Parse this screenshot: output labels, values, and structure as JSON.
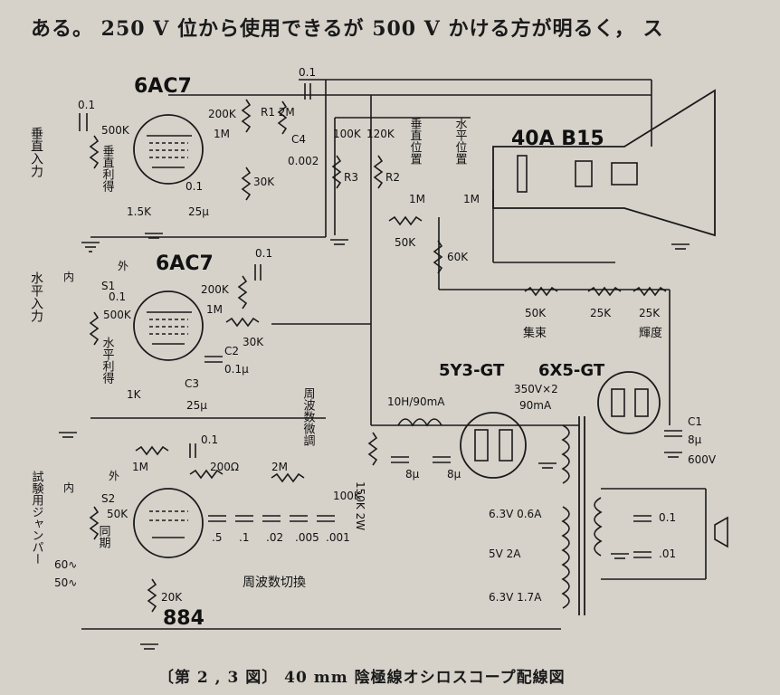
{
  "header_text": "ある。 250 V 位から使用できるが 500 V かける方が明るく， ス",
  "caption": "〔第 2 , 3 図〕 40 mm 陰極線オシロスコープ配線図",
  "tubes": {
    "v1": "6AC7",
    "v2": "6AC7",
    "v3": "884",
    "crt": "40A B15",
    "rect1": "5Y3-GT",
    "rect2": "6X5-GT"
  },
  "labels": {
    "vert_input": "垂直入力",
    "vert_gain": "垂直利得",
    "horiz_input": "水平入力",
    "horiz_gain": "水平利得",
    "test_jumper": "試験用ジャンパー",
    "sync": "同期",
    "freq_fine": "周波数微調",
    "freq_switch": "周波数切換",
    "vert_pos": "垂直位置",
    "horiz_pos": "水平位置",
    "focus": "集束",
    "brightness": "輝度",
    "inner1": "内",
    "outer1": "外",
    "inner2": "内",
    "outer2": "外",
    "s1": "S1",
    "s2": "S2",
    "hz60": "60∿",
    "hz50": "50∿"
  },
  "values": {
    "c_in": "0.1",
    "r_500k_v": "500K",
    "r_200k_1": "200K",
    "r_1m_1": "1M",
    "r_r1_2m": "R1 2M",
    "c4": "C4",
    "c4_val": "0.002",
    "c_01_top": "0.1",
    "r_30k_1": "30K",
    "c_01_v1": "0.1",
    "r_15k": "1.5K",
    "c_25u_1": "25μ",
    "r_100k": "100K",
    "r_120k": "120K",
    "r3": "R3",
    "r2": "R2",
    "r_1m_vp": "1M",
    "r_1m_hp": "1M",
    "r_50k": "50K",
    "r_60k": "60K",
    "c_01_h": "0.1",
    "r_500k_h": "500K",
    "r_200k_2": "200K",
    "r_1m_2": "1M",
    "r_30k_2": "30K",
    "c2": "C2",
    "c2_val": "0.1μ",
    "c_01_h2": "0.1",
    "r_1k": "1K",
    "c3": "C3",
    "c3_val": "25μ",
    "r_50k_f": "50K",
    "r_25k_a": "25K",
    "r_25k_b": "25K",
    "c_01_884": "0.1",
    "r_1m_884": "1M",
    "r_200o": "200Ω",
    "r_2m": "2M",
    "r_100k_884": "100K",
    "r_50k_sync": "50K",
    "r_20k": "20K",
    "c_sw": [
      ".5",
      ".1",
      ".02",
      ".005",
      ".001"
    ],
    "choke": "10H/90mA",
    "r_150k": "150K 2W",
    "c_8u_a": "8μ",
    "c_8u_b": "8μ",
    "hv": "350V×2",
    "hv_ma": "90mA",
    "w_63a": "6.3V 0.6A",
    "w_5v": "5V 2A",
    "w_63b": "6.3V 1.7A",
    "c1": "C1",
    "c1_val": "8μ",
    "c1_v": "600V",
    "c_ac1": "0.1",
    "c_ac2": ".01"
  }
}
